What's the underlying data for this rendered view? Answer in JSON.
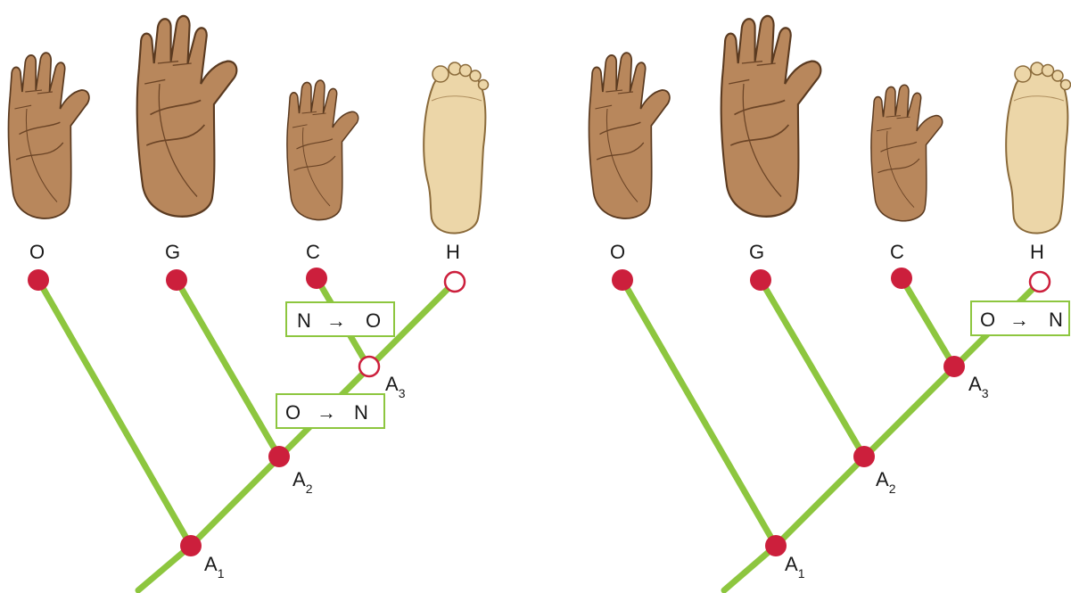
{
  "colors": {
    "branch": "#8dc63f",
    "node": "#cc1f3c",
    "hand_fill": "#b8875c",
    "hand_stroke": "#5a3a20",
    "foot_fill": "#ecd6a8",
    "box_stroke": "#8dc63f"
  },
  "panels": [
    {
      "taxa": [
        "O",
        "G",
        "C",
        "H"
      ],
      "nodes": [
        {
          "main": "A",
          "sub": "1"
        },
        {
          "main": "A",
          "sub": "2"
        },
        {
          "main": "A",
          "sub": "3"
        }
      ],
      "transitions": [
        {
          "from": "N",
          "arrow": "→",
          "to": "O"
        },
        {
          "from": "O",
          "arrow": "→",
          "to": "N"
        }
      ]
    },
    {
      "taxa": [
        "O",
        "G",
        "C",
        "H"
      ],
      "nodes": [
        {
          "main": "A",
          "sub": "1"
        },
        {
          "main": "A",
          "sub": "2"
        },
        {
          "main": "A",
          "sub": "3"
        }
      ],
      "transitions": [
        {
          "from": "O",
          "arrow": "→",
          "to": "N"
        }
      ]
    }
  ]
}
